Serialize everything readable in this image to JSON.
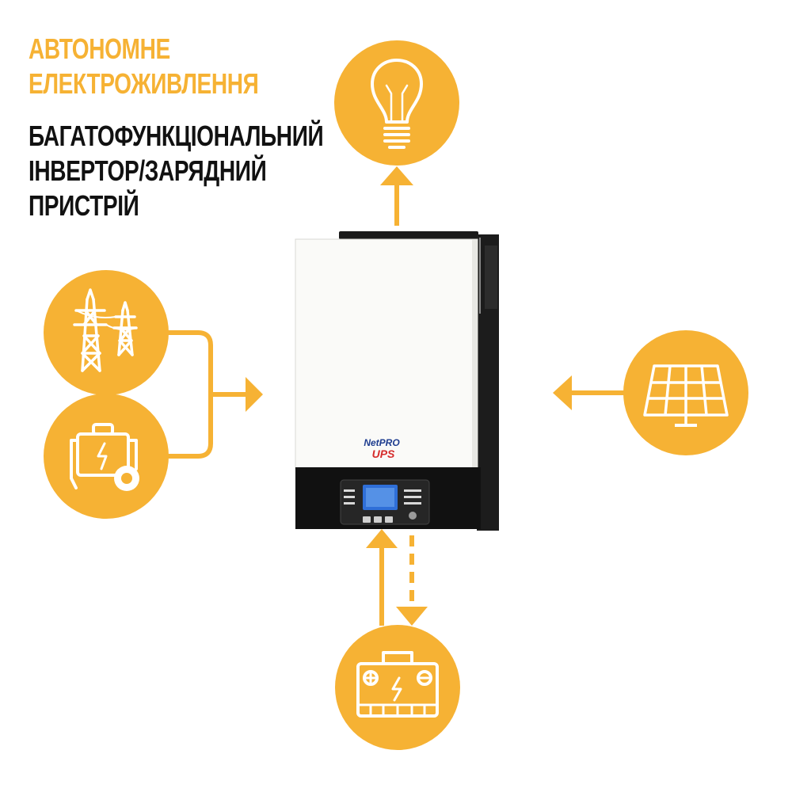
{
  "title": {
    "line1": "АВТОНОМНЕ",
    "line2": "ЕЛЕКТРОЖИВЛЕННЯ"
  },
  "subtitle": {
    "line1": "БАГАТОФУНКЦІОНАЛЬНИЙ",
    "line2": "ІНВЕРТОР/ЗАРЯДНИЙ",
    "line3": "ПРИСТРІЙ"
  },
  "brand": {
    "name_part1": "NetPRO",
    "name_part2": "UPS"
  },
  "nodes": [
    {
      "id": "load",
      "icon": "light-bulb-icon"
    },
    {
      "id": "grid",
      "icon": "power-tower-icon"
    },
    {
      "id": "generator",
      "icon": "generator-icon"
    },
    {
      "id": "solar",
      "icon": "solar-panel-icon"
    },
    {
      "id": "battery",
      "icon": "battery-icon"
    }
  ],
  "colors": {
    "accent": "#F6B234",
    "text": "#111111",
    "device_body": "#FAFAF8",
    "device_panel": "#111111",
    "brand_blue": "#1D3C8F",
    "brand_red": "#D52B2B"
  }
}
